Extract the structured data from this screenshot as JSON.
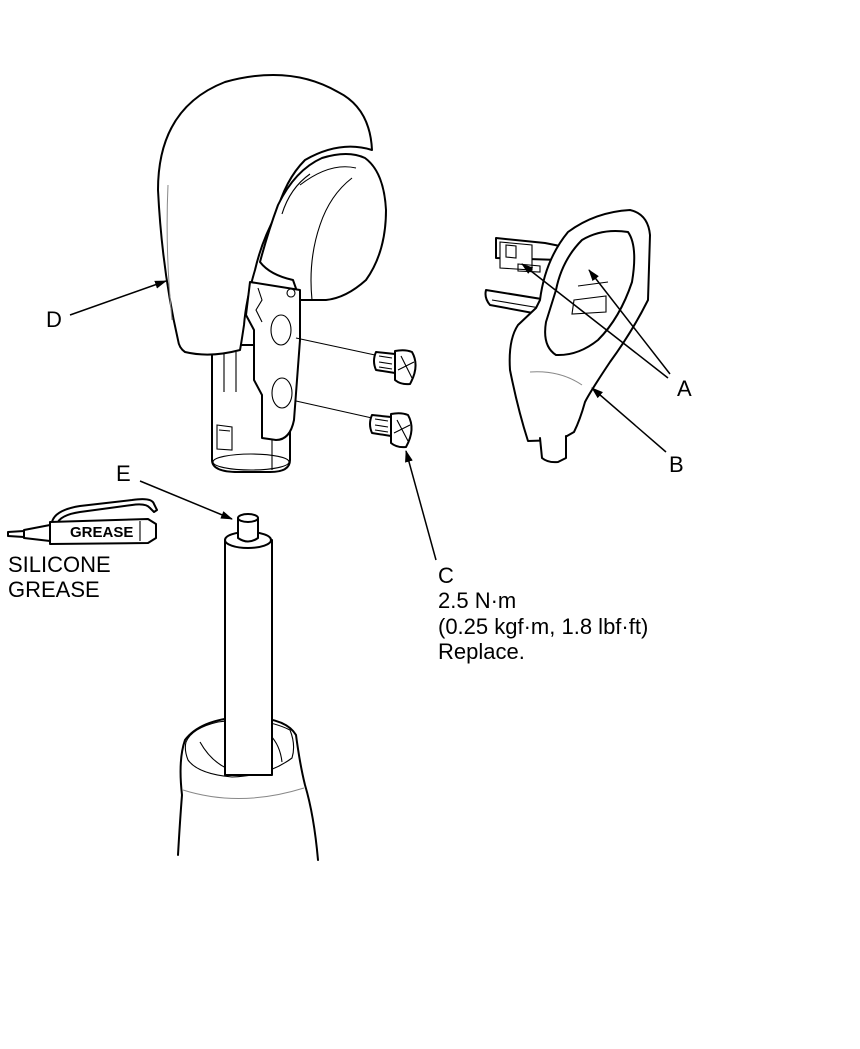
{
  "callouts": {
    "a": "A",
    "b": "B",
    "c": "C",
    "d": "D",
    "e": "E"
  },
  "torque": {
    "value": "2.5 N·m",
    "alt": "(0.25 kgf·m, 1.8 lbf·ft)",
    "note": "Replace."
  },
  "grease": {
    "tube_label": "GREASE",
    "line1": "SILICONE",
    "line2": "GREASE"
  }
}
